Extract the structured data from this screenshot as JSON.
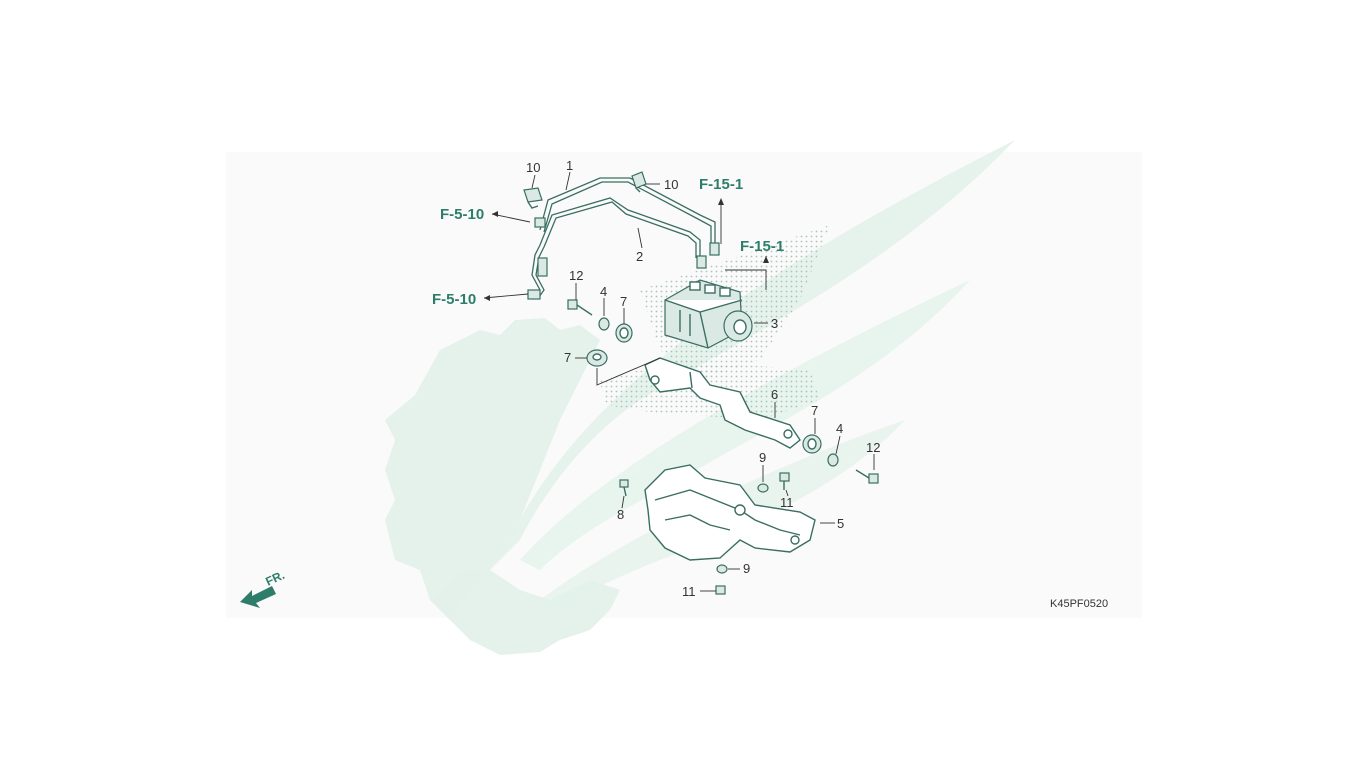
{
  "diagram": {
    "callouts": {
      "c1": "1",
      "c2": "2",
      "c3": "3",
      "c4a": "4",
      "c4b": "4",
      "c5": "5",
      "c6": "6",
      "c7a": "7",
      "c7b": "7",
      "c7c": "7",
      "c8": "8",
      "c9a": "9",
      "c9b": "9",
      "c10a": "10",
      "c10b": "10",
      "c11a": "11",
      "c11b": "11",
      "c12a": "12",
      "c12b": "12"
    },
    "references": {
      "ref_f5_10_top": "F-5-10",
      "ref_f5_10_bottom": "F-5-10",
      "ref_f15_1_top": "F-15-1",
      "ref_f15_1_right": "F-15-1"
    },
    "front_label": "FR.",
    "figure_code": "K45PF0520",
    "colors": {
      "accent": "#2e7d6a",
      "watermark": "#dff0e8",
      "line": "#3a6e62"
    }
  }
}
